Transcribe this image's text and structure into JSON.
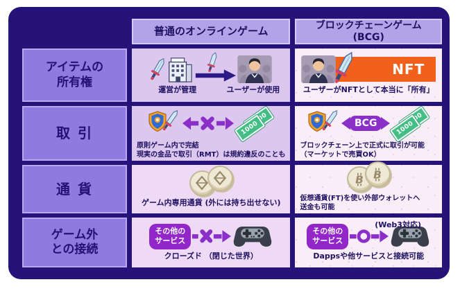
{
  "colors": {
    "page_bg": "#ffffff",
    "card_bg": "#261379",
    "row_header_bg": "#8f7ae2",
    "row_header_border": "#b7a8ef",
    "col_header_bg": "#b2a3e9",
    "col_header_border": "#d5c9f5",
    "cell_normal_bg": "#dcc7ef",
    "cell_normal_alt_bg": "#eedaf5",
    "cell_bcg_bg": "#f9eef8",
    "text_navy": "#20125f",
    "accent_purple": "#9326c9",
    "arrow_purple": "#8b2fc9",
    "arrow_navy": "#2c1a86",
    "nft_orange": "#f2611c",
    "money_green": "#43bf85"
  },
  "header": {
    "col1": "普通のオンラインゲーム",
    "col2_line1": "ブロックチェーンゲーム",
    "col2_line2": "(BCG)"
  },
  "rows": {
    "ownership": {
      "label_line1": "アイテムの",
      "label_line2": "所有権",
      "normal": {
        "caption_left": "運営が管理",
        "caption_right": "ユーザーが使用"
      },
      "bcg": {
        "nft_label": "NFT",
        "caption_normal": "ユーザーがNFTとして本当に",
        "caption_bold": "「所有」"
      }
    },
    "trading": {
      "label": "取 引",
      "normal": {
        "line1": "原則ゲーム内で完結",
        "line2": "現実の金品で取引（RMT）は規約違反のことも"
      },
      "bcg": {
        "badge": "BCG",
        "line1_normal": "ブロックチェーン上で正式に",
        "line1_bold": "取引が可能",
        "line2_bold": "（マーケットで売買OK）"
      }
    },
    "currency": {
      "label": "通 貨",
      "normal": {
        "caption": "ゲーム内専用通貨 (外には持ち出せない)"
      },
      "bcg": {
        "line1": "仮想通貨(FT)を使い外部ウォレットへ",
        "line2_bold": "送金も可能"
      }
    },
    "connection": {
      "label_line1": "ゲーム外",
      "label_line2": "との接続",
      "normal": {
        "badge_line1": "その他の",
        "badge_line2": "サービス",
        "caption": "クローズド （閉じた世界）"
      },
      "bcg": {
        "web3_note": "(Web3対応)",
        "badge_line1": "その他の",
        "badge_line2": "サービス",
        "caption_normal": "Dappsや他サービスと",
        "caption_bold": "接続可能"
      }
    }
  },
  "icons": {
    "money_label": "1000"
  }
}
